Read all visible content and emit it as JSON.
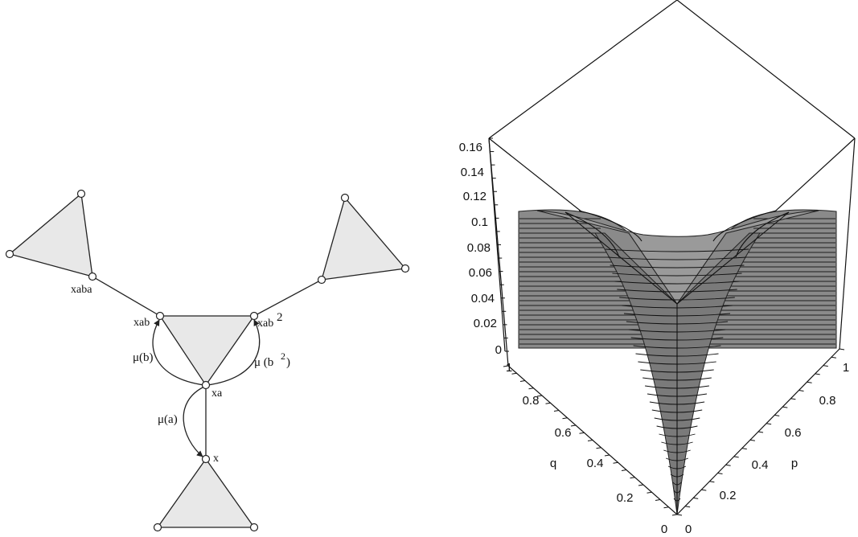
{
  "graph": {
    "vertex_labels": {
      "xaba": "xaba",
      "xab": "xab",
      "xab2_base": "xab",
      "xab2_sup": "2",
      "xa": "xa",
      "x": "x"
    },
    "edge_labels": {
      "mu_b": "μ(b)",
      "mu_b2_base": "μ (b",
      "mu_b2_sup": "2",
      "mu_b2_close": ")",
      "mu_a": "μ(a)"
    },
    "face_fill": "#e8e8e8",
    "line_color": "#222222"
  },
  "surface_plot": {
    "z_ticks": [
      "0.16",
      "0.14",
      "0.12",
      "0.1",
      "0.08",
      "0.06",
      "0.04",
      "0.02",
      "0"
    ],
    "q_ticks": [
      "1",
      "0.8",
      "0.6",
      "0.4",
      "0.2",
      "0"
    ],
    "p_ticks": [
      "1",
      "0.8",
      "0.6",
      "0.4",
      "0.2",
      "0"
    ],
    "q_label": "q",
    "p_label": "p",
    "surface_color": "#8a8a8a",
    "surface_dark": "#6e6e6e",
    "contour_color": "#1a1a1a"
  }
}
